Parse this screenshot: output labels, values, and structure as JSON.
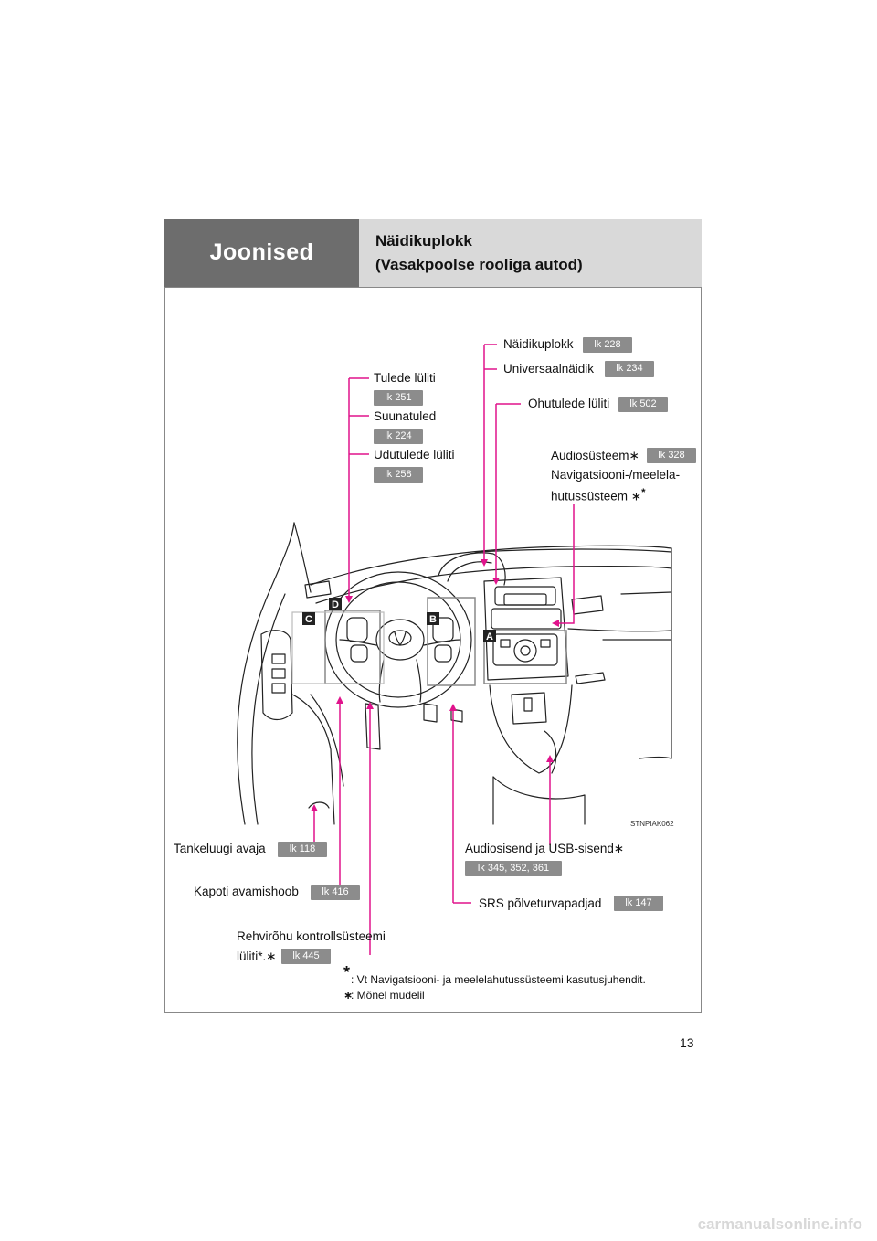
{
  "header": {
    "section_tab": "Joonised",
    "title_line1": "Näidikuplokk",
    "title_line2": "(Vasakpoolse rooliga autod)"
  },
  "callouts": {
    "naidikuplokk": {
      "label": "Näidikuplokk",
      "page": "lk 228"
    },
    "universaalnaidik": {
      "label": "Universaalnäidik",
      "page": "lk 234"
    },
    "tulede_luliti": {
      "label": "Tulede lüliti",
      "page": "lk 251"
    },
    "suunatuled": {
      "label": "Suunatuled",
      "page": "lk 224"
    },
    "udutulede_luliti": {
      "label": "Udutulede lüliti",
      "page": "lk 258"
    },
    "ohutulede_luliti": {
      "label": "Ohutulede lüliti",
      "page": "lk 502"
    },
    "audiosusteem": {
      "label": "Audiosüsteem",
      "mark": "∗",
      "page": "lk 328"
    },
    "navigatsioon": {
      "line1": "Navigatsiooni-/meelela-",
      "line2": "hutussüsteem",
      "mark": "∗",
      "sup": "*"
    },
    "tankeluugi_avaja": {
      "label": "Tankeluugi avaja",
      "page": "lk 118"
    },
    "audiosisend": {
      "label": "Audiosisend ja USB-sisend",
      "mark": "∗",
      "page": "lk 345, 352, 361"
    },
    "kapoti_avamishoob": {
      "label": "Kapoti avamishoob",
      "page": "lk 416"
    },
    "srs": {
      "label": "SRS põlveturvapadjad",
      "page": "lk 147"
    },
    "rehvirohu": {
      "line1": "Rehvirõhu kontrollsüsteemi",
      "line2": "lüliti*.",
      "mark": "∗",
      "page": "lk 445"
    }
  },
  "diagram": {
    "image_code": "STNPIAK062",
    "markers": [
      "A",
      "B",
      "C",
      "D"
    ],
    "accent_color": "#e0138c"
  },
  "footnotes": {
    "note1_symbol": "*",
    "note1_text": ": Vt Navigatsiooni- ja meelelahutussüsteemi kasutusjuhendit.",
    "note2_symbol": "∗",
    "note2_text": ": Mõnel mudelil"
  },
  "page_number": "13",
  "watermark": "carmanualsonline.info"
}
